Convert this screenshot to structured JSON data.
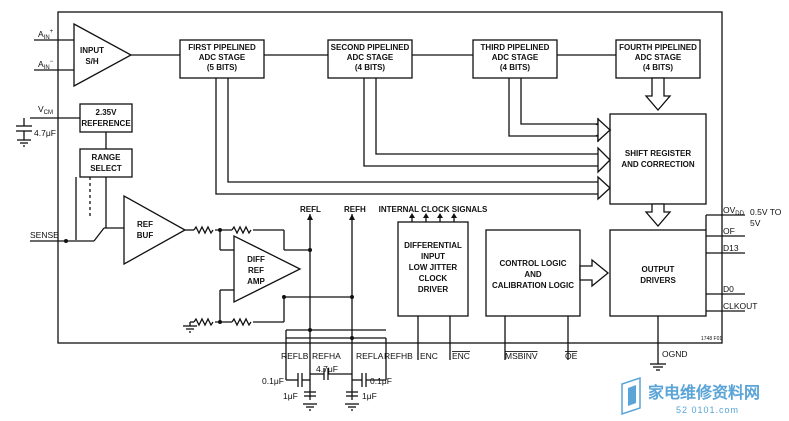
{
  "blocks": {
    "input_sh": [
      "INPUT",
      "S/H"
    ],
    "stage1": [
      "FIRST PIPELINED",
      "ADC STAGE",
      "(5 BITS)"
    ],
    "stage2": [
      "SECOND PIPELINED",
      "ADC STAGE",
      "(4 BITS)"
    ],
    "stage3": [
      "THIRD PIPELINED",
      "ADC STAGE",
      "(4 BITS)"
    ],
    "stage4": [
      "FOURTH PIPELINED",
      "ADC STAGE",
      "(4 BITS)"
    ],
    "reference": [
      "2.35V",
      "REFERENCE"
    ],
    "range_select": [
      "RANGE",
      "SELECT"
    ],
    "ref_buf": [
      "REF",
      "BUF"
    ],
    "diff_ref_amp": [
      "DIFF",
      "REF",
      "AMP"
    ],
    "shift_register": [
      "SHIFT REGISTER",
      "AND CORRECTION"
    ],
    "clock_driver": [
      "DIFFERENTIAL",
      "INPUT",
      "LOW JITTER",
      "CLOCK",
      "DRIVER"
    ],
    "control_logic": [
      "CONTROL LOGIC",
      "AND",
      "CALIBRATION LOGIC"
    ],
    "output_drivers": [
      "OUTPUT",
      "DRIVERS"
    ]
  },
  "pins": {
    "ain_plus": "A",
    "ain_plus_sub": "IN",
    "ain_plus_sup": "+",
    "ain_minus": "A",
    "ain_minus_sub": "IN",
    "ain_minus_sup": "−",
    "vcm": "V",
    "vcm_sub": "CM",
    "sense": "SENSE",
    "refl": "REFL",
    "refh": "REFH",
    "internal_clock": "INTERNAL CLOCK SIGNALS",
    "refla": "REFLA",
    "refha": "REFHA",
    "reflb": "REFLB",
    "refhb": "REFHB",
    "enc": "ENC",
    "enc_bar": "ENC",
    "msbinv": "MSBINV",
    "oe": "OE",
    "ogmd": "OGND",
    "ovdd": "OV",
    "ovdd_sub": "DD",
    "ovdd_range": [
      "0.5V TO",
      "5V"
    ],
    "of": "OF",
    "d13": "D13",
    "d0": "D0",
    "clkout": "CLKOUT"
  },
  "components": {
    "cap_vcm": "4.7μF",
    "cap_01_left": "0.1μF",
    "cap_01_right": "0.1μF",
    "cap_47": "4.7μF",
    "cap_1_left": "1μF",
    "cap_1_right": "1μF",
    "fig_id": "1748 F01"
  },
  "watermark": {
    "main": "家电维修资料网",
    "url": "52 0101.com"
  }
}
